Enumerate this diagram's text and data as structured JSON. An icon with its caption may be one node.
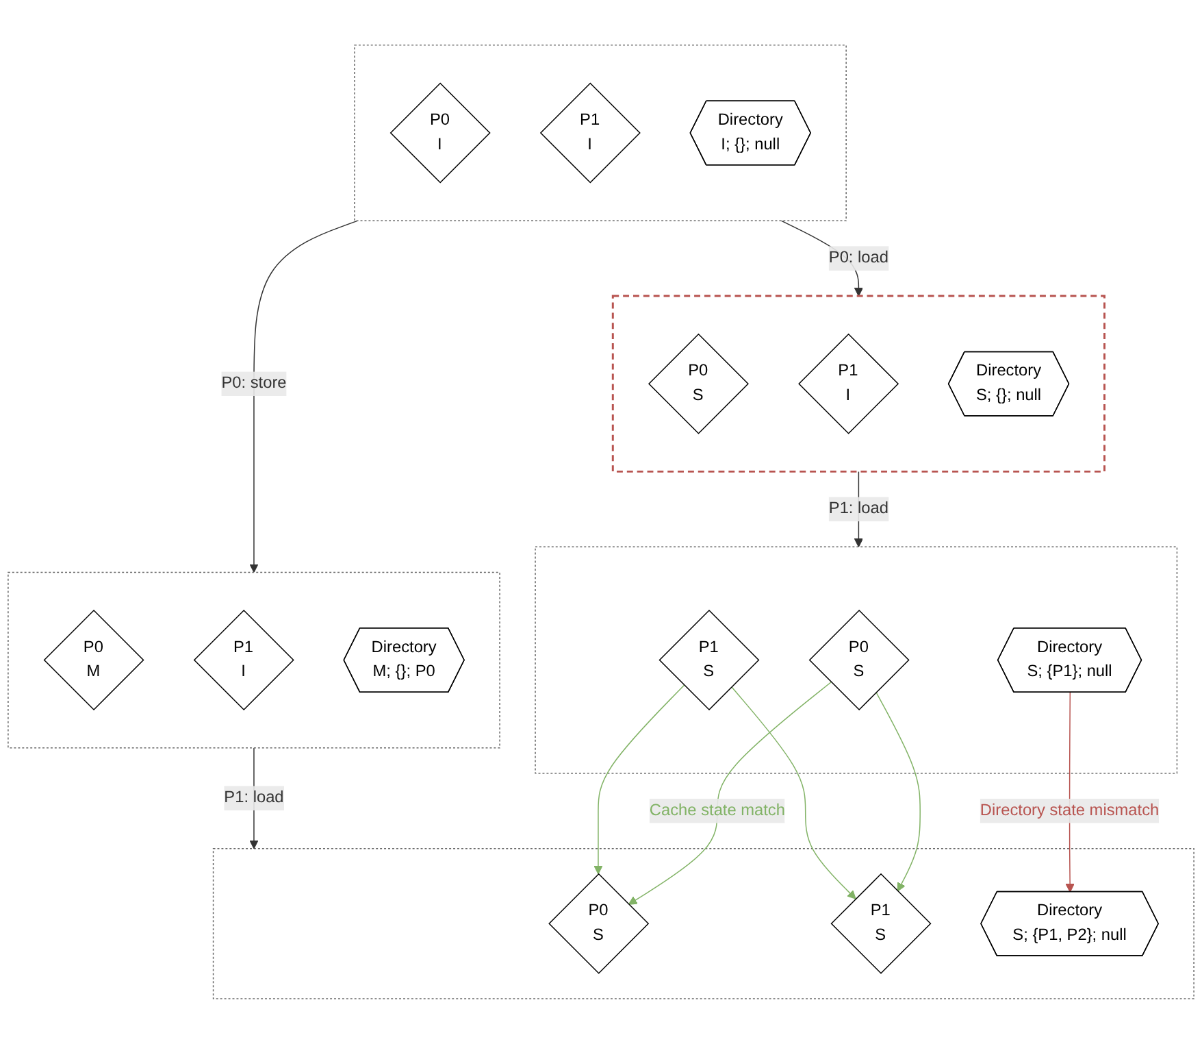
{
  "diagram": {
    "nodes": [
      {
        "text": [],
        "shape": "box"
      },
      {
        "text": [
          "P0",
          "I"
        ],
        "in": 0
      },
      {
        "text": [
          "P1",
          "I"
        ],
        "in": 0
      },
      {
        "text": [
          "Directory",
          "I; {}; null"
        ],
        "in": 0
      },
      {
        "text": [],
        "shape": "box"
      },
      {
        "text": [
          "P0",
          "S"
        ],
        "in": 4
      },
      {
        "text": [
          "P1",
          "I"
        ],
        "in": 4
      },
      {
        "text": [
          "Directory",
          "S; {}; null"
        ],
        "in": 4
      },
      {
        "text": [],
        "shape": "box"
      },
      {
        "text": [
          "P0",
          "M"
        ],
        "in": 8
      },
      {
        "text": [
          "P1",
          "I"
        ],
        "in": 8
      },
      {
        "text": [
          "Directory",
          "M; {}; P0"
        ],
        "in": 8
      },
      {
        "text": [],
        "shape": "box"
      },
      {
        "text": [
          "P0",
          "S"
        ],
        "in": 12
      },
      {
        "text": [
          "P1",
          "S"
        ],
        "in": 12
      },
      {
        "text": [
          "Directory",
          "S; {P1}; null"
        ],
        "in": 12
      },
      {
        "text": [],
        "shape": "box"
      },
      {
        "text": [
          "P0",
          "S"
        ],
        "in": 16
      },
      {
        "text": [
          "P1",
          "S"
        ],
        "in": 16
      },
      {
        "text": [
          "Directory",
          "S; {P1, P2}; null"
        ],
        "in": 16
      }
    ],
    "edges": [
      {
        "from": 0,
        "to": 4,
        "arrow": "to",
        "label": "P0: load"
      },
      {
        "from": 0,
        "to": 8,
        "arrow": "to",
        "label": "P0: store"
      },
      {
        "from": 4,
        "to": 12,
        "arrow": "to",
        "label": "P1: load"
      },
      {
        "from": 8,
        "to": 16,
        "arrow": "to",
        "label": "P1: load"
      },
      {
        "from": 13,
        "to": 17,
        "arrow": "to",
        "label": "Cache state match",
        "color": "#82b366"
      },
      {
        "from": 13,
        "to": 18,
        "arrow": "to",
        "color": "#82b366"
      },
      {
        "from": 14,
        "to": 17,
        "arrow": "to",
        "color": "#82b366"
      },
      {
        "from": 14,
        "to": 18,
        "arrow": "to",
        "color": "#82b366"
      },
      {
        "from": 15,
        "to": 19,
        "arrow": "to",
        "label": "Directory state mismatch",
        "color": "#b85450"
      }
    ]
  }
}
